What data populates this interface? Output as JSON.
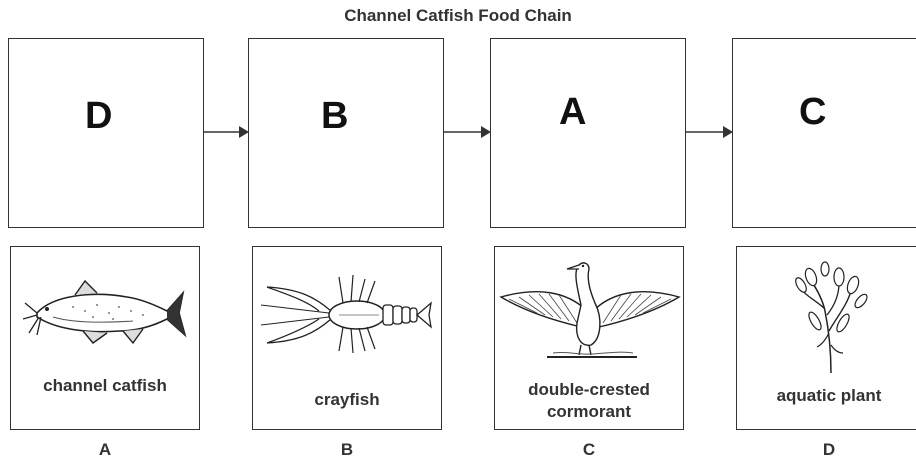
{
  "title": "Channel Catfish Food Chain",
  "chain": [
    {
      "letter": "D"
    },
    {
      "letter": "B"
    },
    {
      "letter": "A"
    },
    {
      "letter": "C"
    }
  ],
  "organisms": [
    {
      "label": "channel catfish",
      "choice": "A",
      "icon": "catfish-icon"
    },
    {
      "label": "crayfish",
      "choice": "B",
      "icon": "crayfish-icon"
    },
    {
      "label": "double-crested cormorant",
      "label_line1": "double-crested",
      "label_line2": "cormorant",
      "choice": "C",
      "icon": "cormorant-icon"
    },
    {
      "label": "aquatic plant",
      "choice": "D",
      "icon": "aquatic-plant-icon"
    }
  ]
}
